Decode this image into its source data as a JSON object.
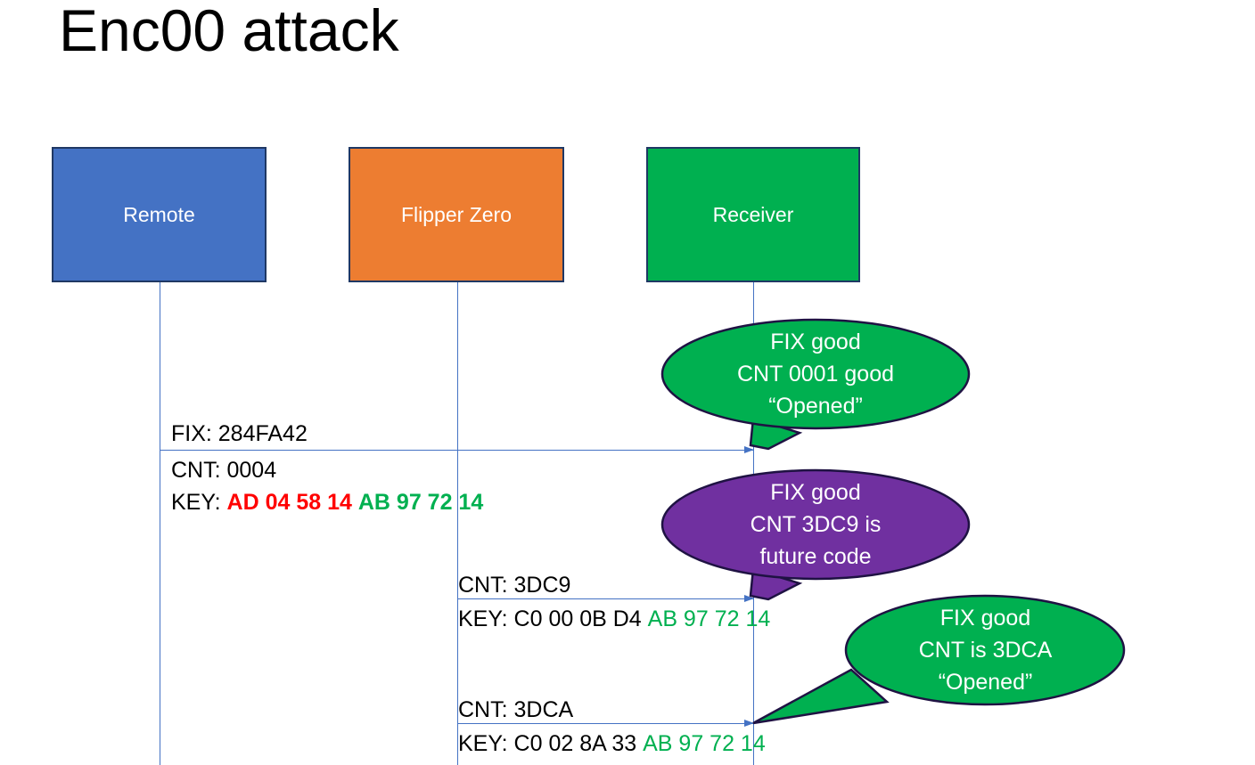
{
  "slide": {
    "title": "Enc00 attack",
    "background": "#ffffff"
  },
  "colors": {
    "remote_blue": "#4472C4",
    "flipper_orange": "#ED7D31",
    "receiver_green": "#00B050",
    "callout_purple": "#7030A0",
    "key_red": "#FF0000",
    "key_green": "#00B050",
    "line_blue": "#4472C4",
    "border_navy": "#1F3864"
  },
  "actors": [
    {
      "name": "remote",
      "label": "Remote"
    },
    {
      "name": "flipper",
      "label": "Flipper Zero"
    },
    {
      "name": "receiver",
      "label": "Receiver"
    }
  ],
  "messages": [
    {
      "id": "msg-1",
      "from": "remote",
      "to": "receiver",
      "label_fix": "FIX: 284FA42",
      "label_cnt": "CNT: 0004",
      "key_prefix": "KEY: ",
      "key_part_red": "AD 04 58 14",
      "key_part_green": "AB 97 72 14"
    },
    {
      "id": "msg-2",
      "from": "flipper",
      "to": "receiver",
      "label_cnt": "CNT: 3DC9",
      "key_prefix": "KEY: ",
      "key_part_black": "C0 00 0B D4",
      "key_part_green": "AB 97 72 14"
    },
    {
      "id": "msg-3",
      "from": "flipper",
      "to": "receiver",
      "label_cnt": "CNT: 3DCA",
      "key_prefix": "KEY: ",
      "key_part_black": "C0 02 8A 33",
      "key_part_green": "AB 97 72 14"
    }
  ],
  "callouts": [
    {
      "id": "callout-1",
      "color": "#00B050",
      "line1": "FIX good",
      "line2": "CNT 0001 good",
      "line3": "“Opened”"
    },
    {
      "id": "callout-2",
      "color": "#7030A0",
      "line1": "FIX good",
      "line2": "CNT 3DC9 is",
      "line3": "future code"
    },
    {
      "id": "callout-3",
      "color": "#00B050",
      "line1": "FIX good",
      "line2": "CNT is 3DCA",
      "line3": "“Opened”"
    }
  ]
}
